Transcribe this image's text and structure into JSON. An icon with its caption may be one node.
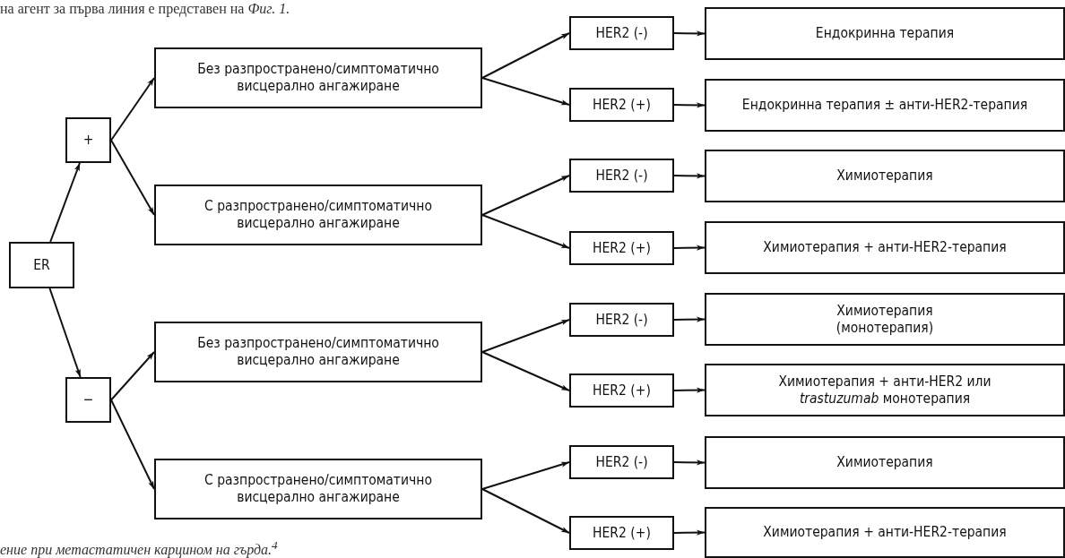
{
  "diagram": {
    "nodes": [
      {
        "text": [
          "ER"
        ]
      },
      {
        "text": [
          "+"
        ]
      },
      {
        "text": [
          "−"
        ]
      },
      {
        "text": [
          "Без разпространено/симптоматично висцерално ангажиране"
        ]
      },
      {
        "text": [
          "С разпространено/симптоматично висцерално ангажиране"
        ]
      },
      {
        "text": [
          "Без разпространено/симптоматично висцерално ангажиране"
        ]
      },
      {
        "text": [
          "С разпространено/симптоматично висцерално ангажиране"
        ]
      },
      {
        "text": [
          "HER2 (-)"
        ]
      },
      {
        "text": [
          "HER2 (+)"
        ]
      },
      {
        "text": [
          "HER2 (-)"
        ]
      },
      {
        "text": [
          "HER2 (+)"
        ]
      },
      {
        "text": [
          "HER2 (-)"
        ]
      },
      {
        "text": [
          "HER2 (+)"
        ]
      },
      {
        "text": [
          "HER2 (-)"
        ]
      },
      {
        "text": [
          "HER2 (+)"
        ]
      },
      {
        "text": [
          "Ендокринна терапия"
        ]
      },
      {
        "text": [
          "Ендокринна терапия ± анти-HER2-терапия"
        ]
      },
      {
        "text": [
          "Химиотерапия"
        ]
      },
      {
        "text": [
          "Химиотерапия + анти-HER2-терапия"
        ]
      },
      {
        "text": [
          "Химиотерапия (монотерапия)"
        ]
      },
      {
        "text": [
          "Химиотерапия + анти-HER2 или *trastuzumab* монотерапия"
        ]
      },
      {
        "text": [
          "Химиотерапия"
        ]
      },
      {
        "text": [
          "Химиотерапия + анти-HER2-терапия"
        ]
      }
    ],
    "edges": [
      {
        "from": 0,
        "to": 1,
        "arrow": "to"
      },
      {
        "from": 0,
        "to": 2,
        "arrow": "to"
      },
      {
        "from": 1,
        "to": 3,
        "arrow": "to"
      },
      {
        "from": 1,
        "to": 4,
        "arrow": "to"
      },
      {
        "from": 2,
        "to": 5,
        "arrow": "to"
      },
      {
        "from": 2,
        "to": 6,
        "arrow": "to"
      },
      {
        "from": 3,
        "to": 7,
        "arrow": "to"
      },
      {
        "from": 3,
        "to": 8,
        "arrow": "to"
      },
      {
        "from": 4,
        "to": 9,
        "arrow": "to"
      },
      {
        "from": 4,
        "to": 10,
        "arrow": "to"
      },
      {
        "from": 5,
        "to": 11,
        "arrow": "to"
      },
      {
        "from": 5,
        "to": 12,
        "arrow": "to"
      },
      {
        "from": 6,
        "to": 13,
        "arrow": "to"
      },
      {
        "from": 6,
        "to": 14,
        "arrow": "to"
      },
      {
        "from": 7,
        "to": 15,
        "arrow": "to"
      },
      {
        "from": 8,
        "to": 16,
        "arrow": "to"
      },
      {
        "from": 9,
        "to": 17,
        "arrow": "to"
      },
      {
        "from": 10,
        "to": 18,
        "arrow": "to"
      },
      {
        "from": 11,
        "to": 19,
        "arrow": "to"
      },
      {
        "from": 12,
        "to": 20,
        "arrow": "to"
      },
      {
        "from": 13,
        "to": 21,
        "arrow": "to"
      },
      {
        "from": 14,
        "to": 22,
        "arrow": "to"
      }
    ],
    "labels": [
      "на агент за първа линия е представен на *Фиг. 1.*",
      "ение при метастатичен карцином на гърда.$^{4}$"
    ]
  }
}
